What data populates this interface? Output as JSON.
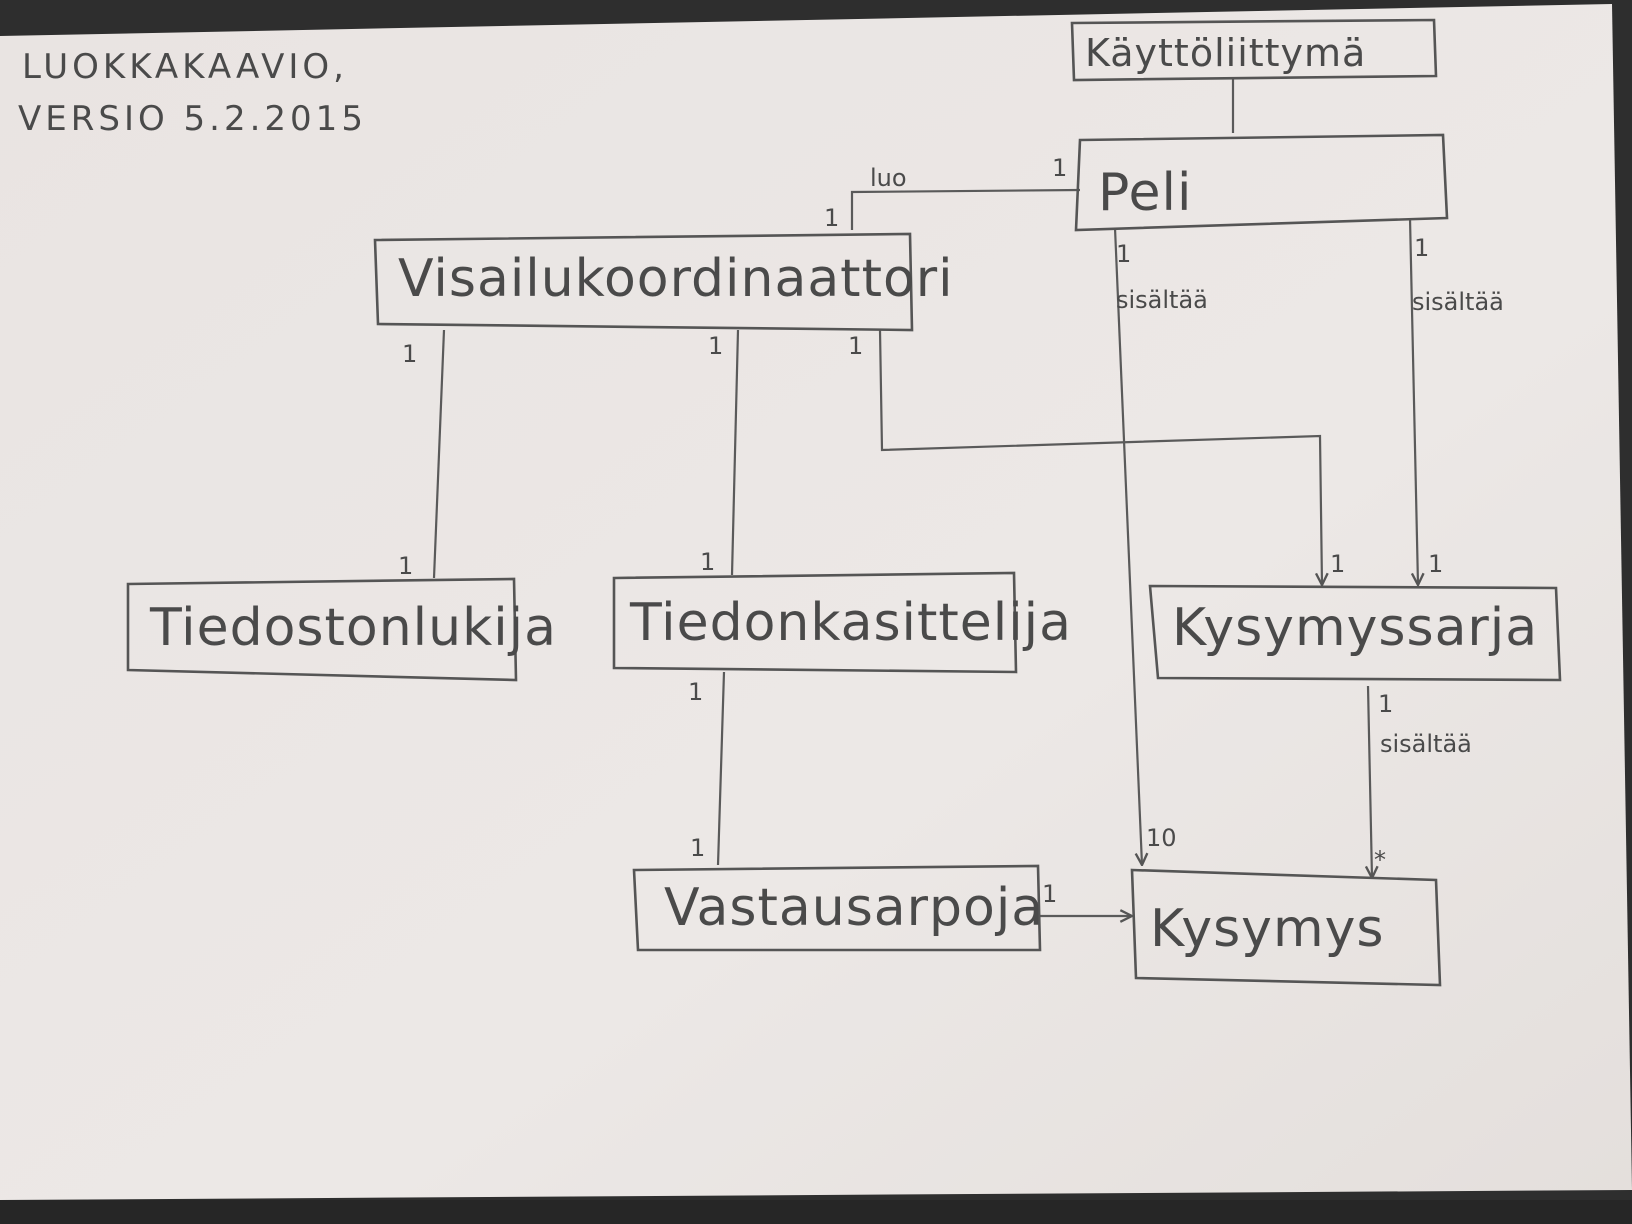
{
  "caption": {
    "line1": "LUOKKAKAAVIO,",
    "line2": "VERSIO 5.2.2015"
  },
  "classes": {
    "kayttoliittyma": "Käyttöliittymä",
    "peli": "Peli",
    "visailukoordinaattori": "Visailukoordinaattori",
    "tiedostonlukija": "Tiedostonlukija",
    "tiedonkasittelija": "Tiedonkasittelija",
    "kysymyssarja": "Kysymyssarja",
    "vastausarpoja": "Vastausarpoja",
    "kysymys": "Kysymys"
  },
  "associations": {
    "peli_visailu": {
      "label": "luo",
      "peli_end": "1",
      "visailu_end": "1"
    },
    "peli_kysymys": {
      "label": "sisältää",
      "from_end": "1",
      "to_end": "10"
    },
    "peli_kysymyssarja": {
      "label": "sisältää",
      "from_end": "1",
      "to_end": "1"
    },
    "visailu_tiedostonlukija": {
      "from_end": "1",
      "to_end": "1"
    },
    "visailu_tiedonkasittelija": {
      "from_end": "1",
      "to_end": "1"
    },
    "visailu_kysymyssarja": {
      "from_end": "1",
      "to_end": "1"
    },
    "tiedonkasittelija_vastausarpoja": {
      "from_end": "1",
      "to_end": "1"
    },
    "kysymyssarja_kysymys": {
      "label": "sisältää",
      "from_end": "1",
      "to_end": "*"
    },
    "vastausarpoja_kysymys": {
      "from_end": "1"
    }
  },
  "colors": {
    "paper": "#ebe6e3",
    "pencil": "#555555",
    "background": "#2e2e2e"
  }
}
